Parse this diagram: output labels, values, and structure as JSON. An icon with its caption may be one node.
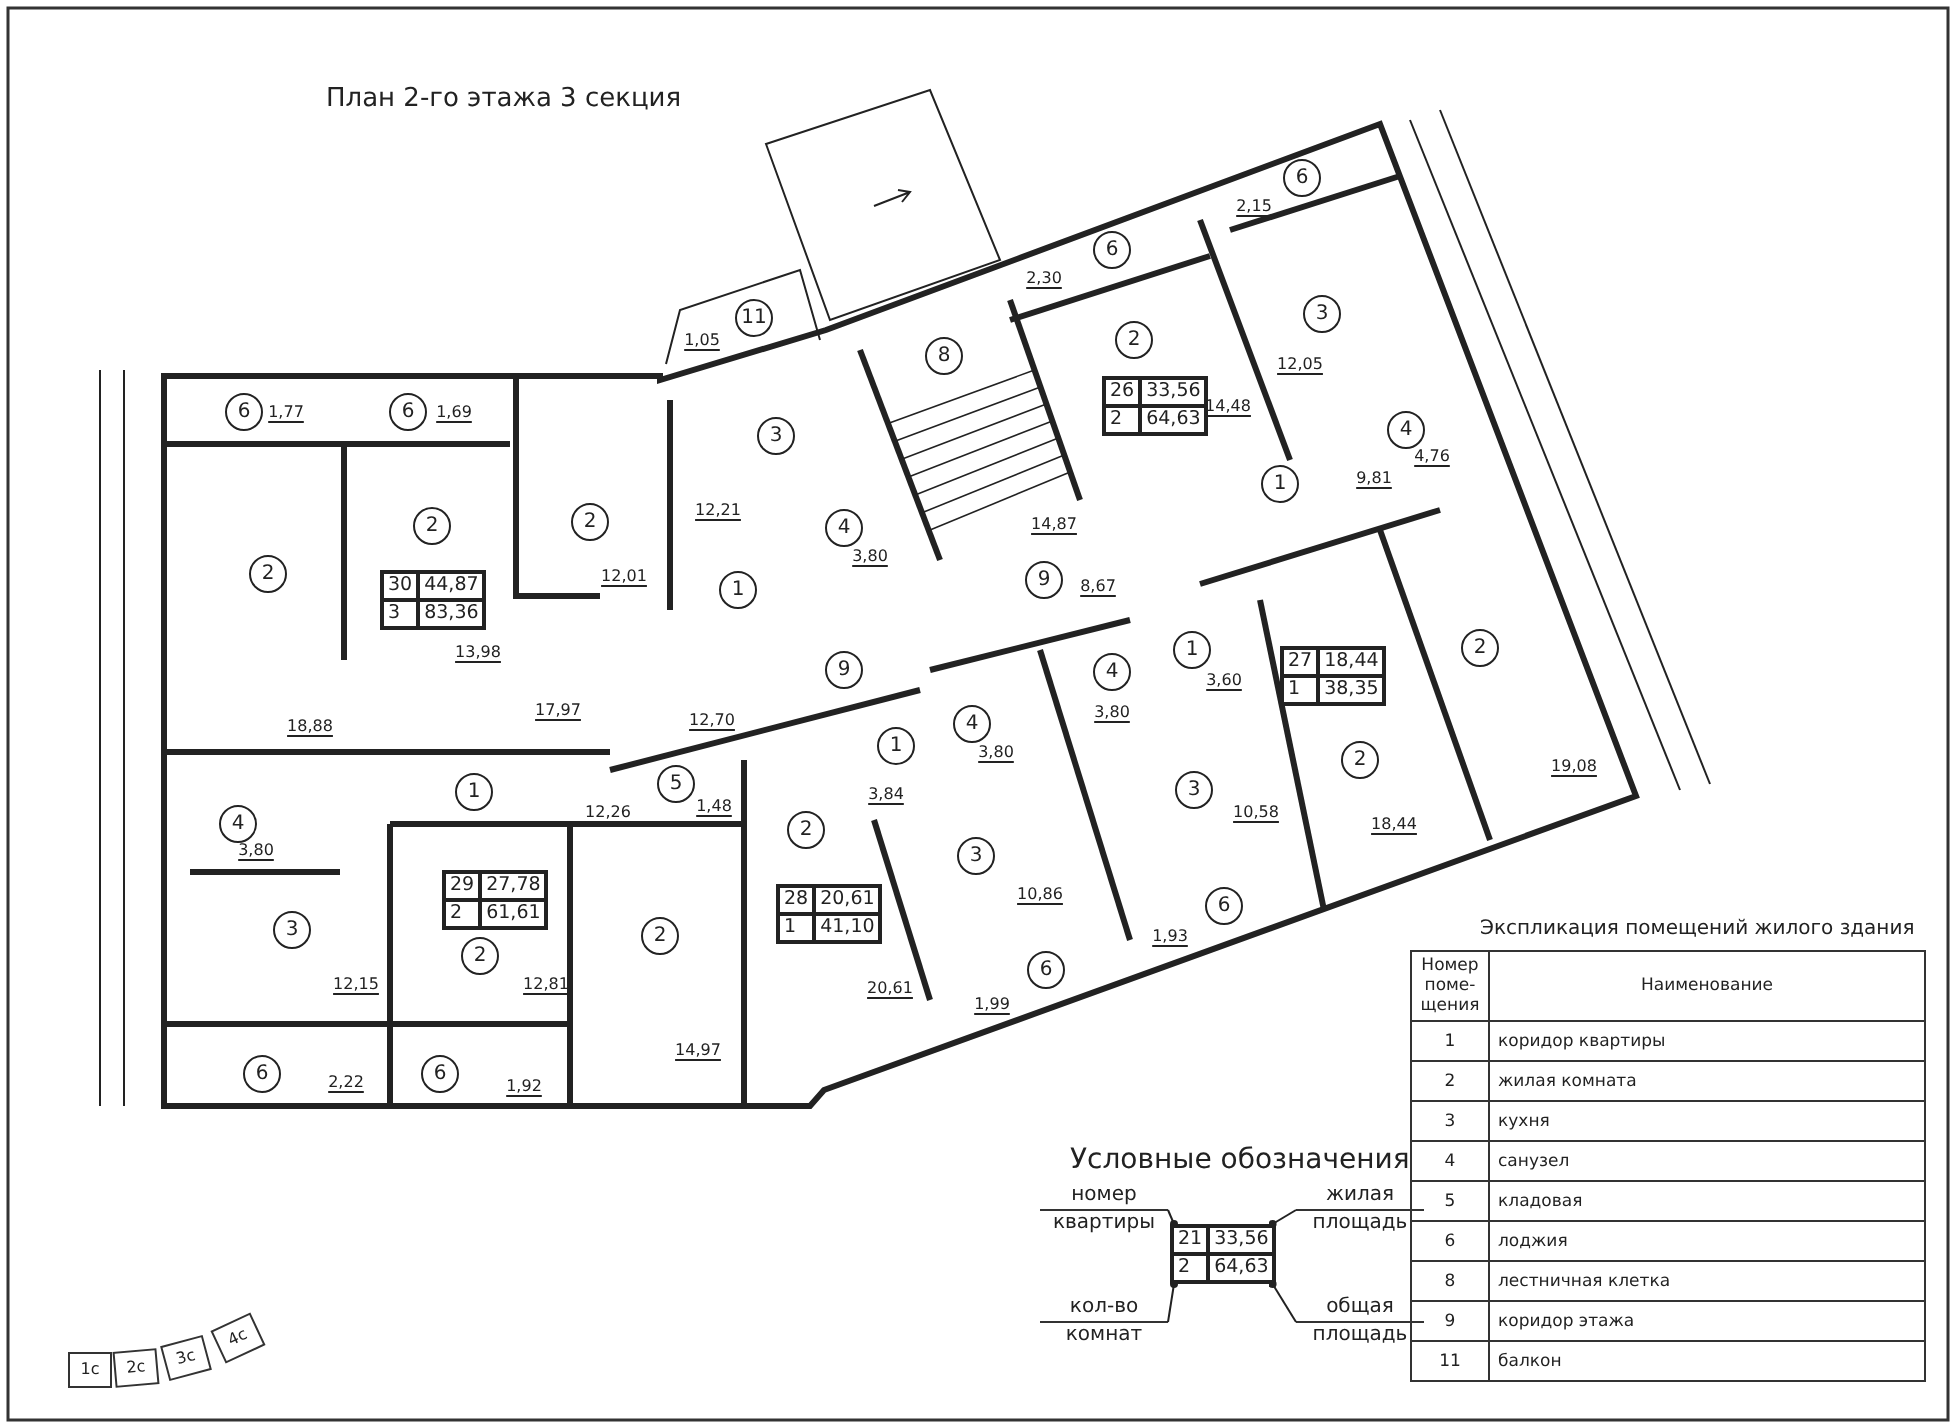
{
  "diagram": {
    "title": "План 2-го этажа 3 секция",
    "nodes": [
      {
        "text": [
          "6"
        ]
      },
      {
        "text": [
          "6"
        ]
      },
      {
        "text": [
          "11"
        ]
      },
      {
        "text": [
          "3"
        ]
      },
      {
        "text": [
          "2"
        ]
      },
      {
        "text": [
          "8"
        ]
      },
      {
        "text": [
          "26",
          "33,56",
          "2",
          "64,63"
        ]
      },
      {
        "text": [
          "6"
        ]
      },
      {
        "text": [
          "6"
        ]
      },
      {
        "text": [
          "4"
        ]
      },
      {
        "text": [
          "3"
        ]
      },
      {
        "text": [
          "1"
        ]
      },
      {
        "text": [
          "2"
        ]
      },
      {
        "text": [
          "2"
        ]
      },
      {
        "text": [
          "4"
        ]
      },
      {
        "text": [
          "2"
        ]
      },
      {
        "text": [
          "9"
        ]
      },
      {
        "text": [
          "30",
          "44,87",
          "3",
          "83,36"
        ]
      },
      {
        "text": [
          "1"
        ]
      },
      {
        "text": [
          "2"
        ]
      },
      {
        "text": [
          "1"
        ]
      },
      {
        "text": [
          "9"
        ]
      },
      {
        "text": [
          "27",
          "18,44",
          "1",
          "38,35"
        ]
      },
      {
        "text": [
          "4"
        ]
      },
      {
        "text": [
          "4"
        ]
      },
      {
        "text": [
          "1"
        ]
      },
      {
        "text": [
          "2"
        ]
      },
      {
        "text": [
          "5"
        ]
      },
      {
        "text": [
          "1"
        ]
      },
      {
        "text": [
          "3"
        ]
      },
      {
        "text": [
          "4"
        ]
      },
      {
        "text": [
          "2"
        ]
      },
      {
        "text": [
          "3"
        ]
      },
      {
        "text": [
          "29",
          "27,78",
          "2",
          "61,61"
        ]
      },
      {
        "text": [
          "28",
          "20,61",
          "1",
          "41,10"
        ]
      },
      {
        "text": [
          "6"
        ]
      },
      {
        "text": [
          "3"
        ]
      },
      {
        "text": [
          "2"
        ]
      },
      {
        "text": [
          "2"
        ]
      },
      {
        "text": [
          "6"
        ]
      },
      {
        "text": [
          "6"
        ]
      },
      {
        "text": [
          "6"
        ]
      },
      {
        "text": [
          "номер квартиры"
        ]
      },
      {
        "text": [
          "жилая площадь"
        ]
      },
      {
        "text": [
          "21",
          "33,56",
          "2",
          "64,63"
        ]
      },
      {
        "text": [
          "кол-во комнат"
        ]
      },
      {
        "text": [
          "общая площадь"
        ]
      },
      {
        "text": [
          "1с"
        ]
      },
      {
        "text": [
          "2с"
        ]
      },
      {
        "text": [
          "3с"
        ]
      },
      {
        "text": [
          "4с"
        ]
      }
    ],
    "edges": [
      {
        "from": 42,
        "to": 44,
        "arrow": "other"
      },
      {
        "from": 43,
        "to": 44,
        "arrow": "other"
      },
      {
        "from": 45,
        "to": 44,
        "arrow": "other"
      },
      {
        "from": 46,
        "to": 44,
        "arrow": "other"
      }
    ],
    "labels": [
      "2,15",
      "2,30",
      "1,05",
      "12,05",
      "14,48",
      "1,77",
      "1,69",
      "4,76",
      "9,81",
      "12,21",
      "14,87",
      "3,80",
      "12,01",
      "8,67",
      "13,98",
      "3,60",
      "17,97",
      "3,80",
      "12,70",
      "18,88",
      "3,80",
      "19,08",
      "3,84",
      "12,26",
      "10,58",
      "1,48",
      "18,44",
      "3,80",
      "10,86",
      "1,93",
      "12,15",
      "12,81",
      "20,61",
      "1,99",
      "14,97",
      "2,22",
      "1,92",
      "Экспликация помещений жилого здания",
      "Номер поме-щения",
      "Наименование",
      "1",
      "коридор квартиры",
      "2",
      "жилая комната",
      "3",
      "кухня",
      "4",
      "санузел",
      "5",
      "кладовая",
      "6",
      "лоджия",
      "8",
      "лестничная клетка",
      "9",
      "коридор этажа",
      "11",
      "балкон",
      "Условные обозначения"
    ]
  }
}
